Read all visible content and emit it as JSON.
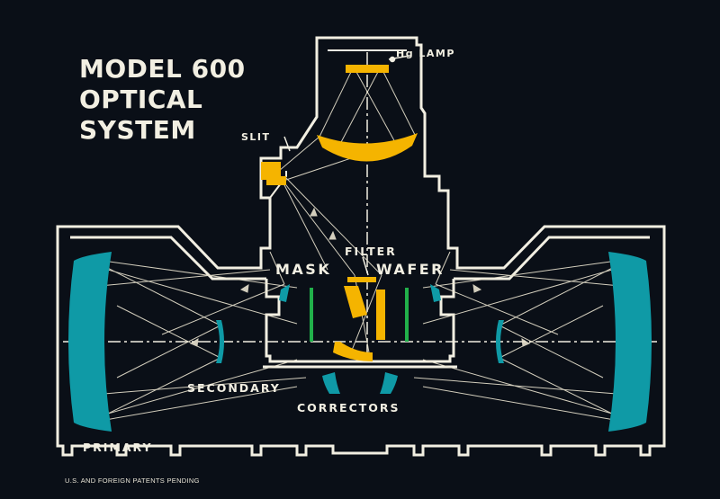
{
  "title": {
    "line1": "MODEL 600",
    "line2": "OPTICAL",
    "line3": "SYSTEM"
  },
  "labels": {
    "lamp": "Hg LAMP",
    "slit": "SLIT",
    "filter": "FILTER",
    "mask": "MASK",
    "wafer": "WAFER",
    "secondary": "SECONDARY",
    "correctors": "CORRECTORS",
    "primary": "PRIMARY"
  },
  "footer": "U.S. AND FOREIGN PATENTS PENDING",
  "colors": {
    "background": "#0a0f17",
    "outline": "#f2efe2",
    "lens_yellow": "#f5b400",
    "mirror_teal": "#0f9aa6",
    "mask_green": "#21b04a",
    "rays": "#e9e3cf"
  }
}
